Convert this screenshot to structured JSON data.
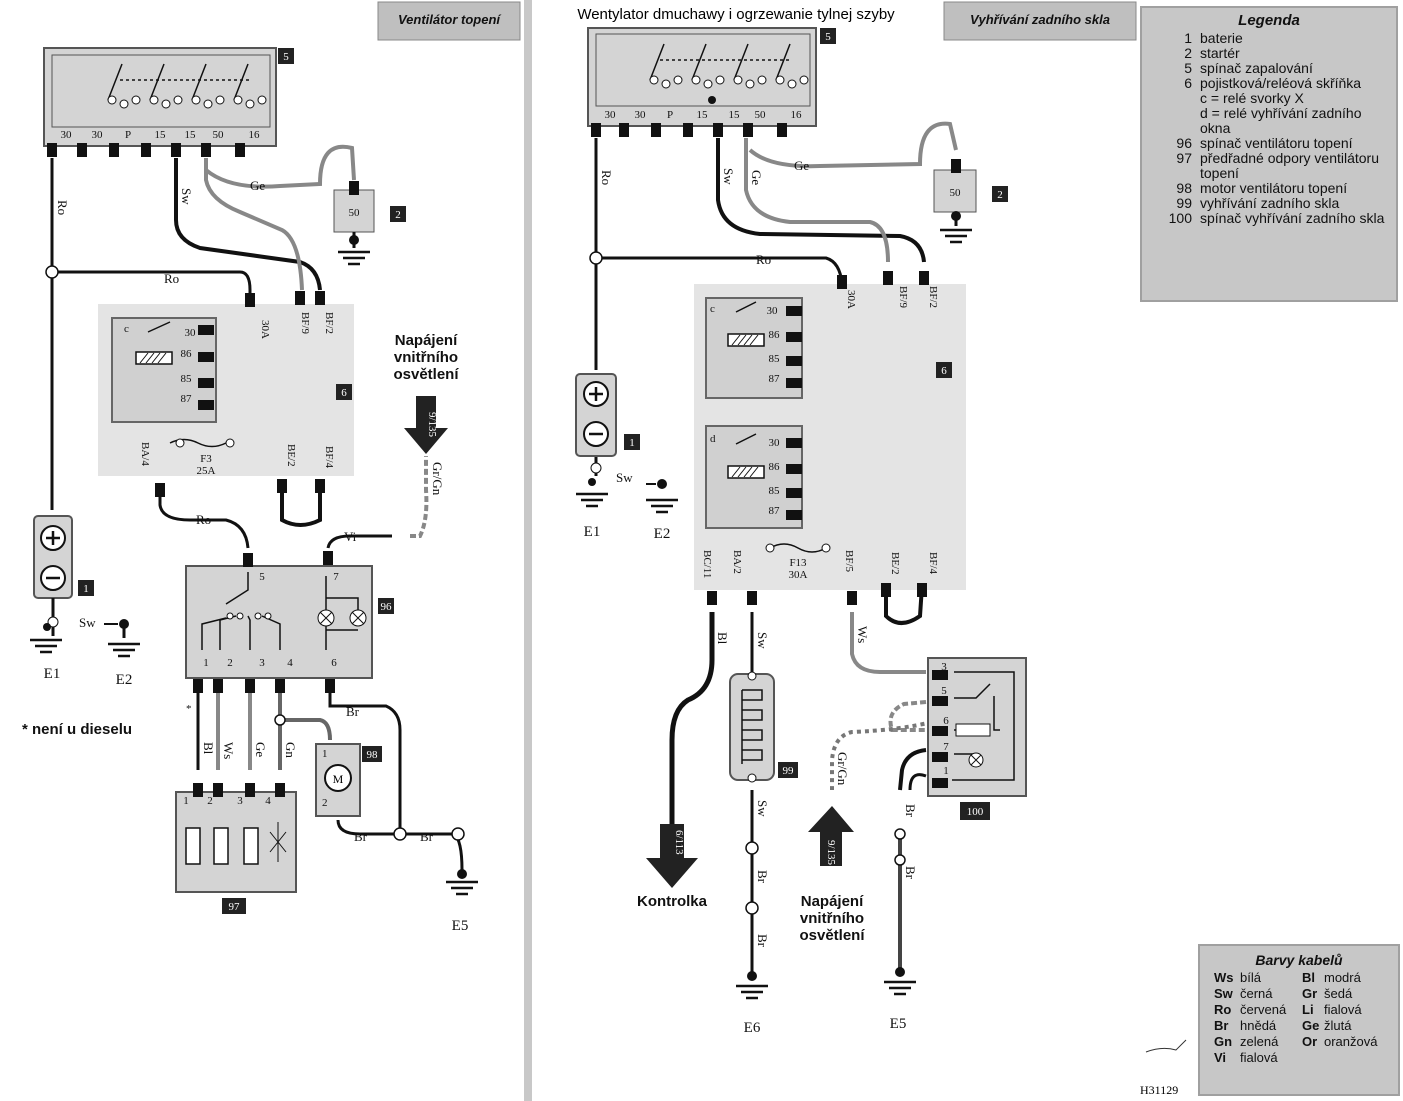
{
  "headings": {
    "center_title": "Wentylator dmuchawy i ogrzewanie tylnej szyby",
    "left_tab": "Ventilátor topení",
    "right_tab": "Vyhřívání zadního skla"
  },
  "components": {
    "c1": "1",
    "c2": "2",
    "c5": "5",
    "c6": "6",
    "c96": "96",
    "c97": "97",
    "c98": "98",
    "c99": "99",
    "c100": "100"
  },
  "switch_pins": [
    "30",
    "30",
    "P",
    "15",
    "15",
    "50",
    "16"
  ],
  "relay_pins": [
    "30",
    "86",
    "85",
    "87"
  ],
  "relay_letters": {
    "c": "c",
    "d": "d"
  },
  "fuse_left": {
    "name": "F3",
    "rating": "25A"
  },
  "fuse_right": {
    "name": "F13",
    "rating": "30A"
  },
  "wire_colors": {
    "ro": "Ro",
    "sw": "Sw",
    "ge": "Ge",
    "bl": "Bl",
    "ws": "Ws",
    "gn": "Gn",
    "br": "Br",
    "vi": "Vi",
    "gr_gn": "Gr/Gn"
  },
  "connectors": {
    "a30": "30A",
    "bf9": "BF/9",
    "bf2": "BF/2",
    "be2": "BE/2",
    "bf4": "BF/4",
    "ba4": "BA/4",
    "ba2": "BA/2",
    "bc11": "BC/11",
    "bf5": "BF/5"
  },
  "pins_96": [
    "5",
    "7",
    "1",
    "2",
    "3",
    "4",
    "6"
  ],
  "pins_97": [
    "1",
    "2",
    "3",
    "4"
  ],
  "pins_98": [
    "1",
    "2"
  ],
  "pins_100": [
    "3",
    "5",
    "6",
    "7",
    "1"
  ],
  "starter_pin": "50",
  "motor_symbol": "M",
  "grounds": {
    "e1": "E1",
    "e2": "E2",
    "e5": "E5",
    "e6": "E6"
  },
  "arrow_ref": "9/135",
  "arrow_ref_kontrolka": "6/113",
  "notes": {
    "supply_left": "Napájení vnitřního osvětlení",
    "supply_right": "Napájení vnitřního osvětlení",
    "kontrolka": "Kontrolka",
    "diesel": "* není u dieselu",
    "asterisk": "*"
  },
  "legend": {
    "title": "Legenda",
    "items": [
      {
        "num": "1",
        "text": "baterie"
      },
      {
        "num": "2",
        "text": "startér"
      },
      {
        "num": "5",
        "text": "spínač zapalování"
      },
      {
        "num": "6",
        "text": "pojistková/reléová skříňka"
      },
      {
        "num": "",
        "text": "c = relé svorky X"
      },
      {
        "num": "",
        "text": "d = relé vyhřívání zadního okna"
      },
      {
        "num": "96",
        "text": "spínač ventilátoru topení"
      },
      {
        "num": "97",
        "text": "předřadné odpory ventilátoru topení"
      },
      {
        "num": "98",
        "text": "motor ventilátoru topení"
      },
      {
        "num": "99",
        "text": "vyhřívání zadního skla"
      },
      {
        "num": "100",
        "text": "spínač vyhřívání zadního skla"
      }
    ]
  },
  "cable_colors": {
    "title": "Barvy kabelů",
    "items": [
      {
        "code": "Ws",
        "name": "bílá"
      },
      {
        "code": "Bl",
        "name": "modrá"
      },
      {
        "code": "Sw",
        "name": "černá"
      },
      {
        "code": "Gr",
        "name": "šedá"
      },
      {
        "code": "Ro",
        "name": "červená"
      },
      {
        "code": "Li",
        "name": "fialová"
      },
      {
        "code": "Br",
        "name": "hnědá"
      },
      {
        "code": "Ge",
        "name": "žlutá"
      },
      {
        "code": "Gn",
        "name": "zelená"
      },
      {
        "code": "Or",
        "name": "oranžová"
      },
      {
        "code": "Vi",
        "name": "fialová"
      },
      {
        "code": "",
        "name": ""
      }
    ]
  },
  "drawing_code": "H31129"
}
